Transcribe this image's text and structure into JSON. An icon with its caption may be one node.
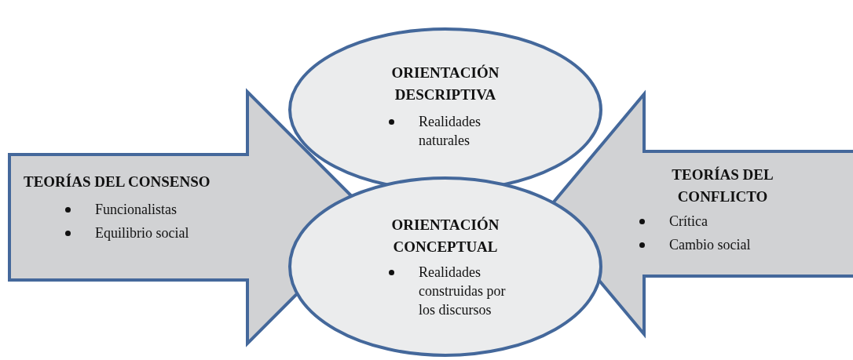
{
  "diagram": {
    "nodes": [
      {
        "text": [
          "TEORÍAS DEL CONSENSO",
          "Funcionalistas",
          "Equilibrio social"
        ]
      },
      {
        "text": [
          "ORIENTACIÓN DESCRIPTIVA",
          "Realidades naturales"
        ]
      },
      {
        "text": [
          "ORIENTACIÓN CONCEPTUAL",
          "Realidades construidas por los discursos"
        ]
      },
      {
        "text": [
          "TEORÍAS DEL CONFLICTO",
          "Crítica",
          "Cambio social"
        ]
      }
    ]
  }
}
